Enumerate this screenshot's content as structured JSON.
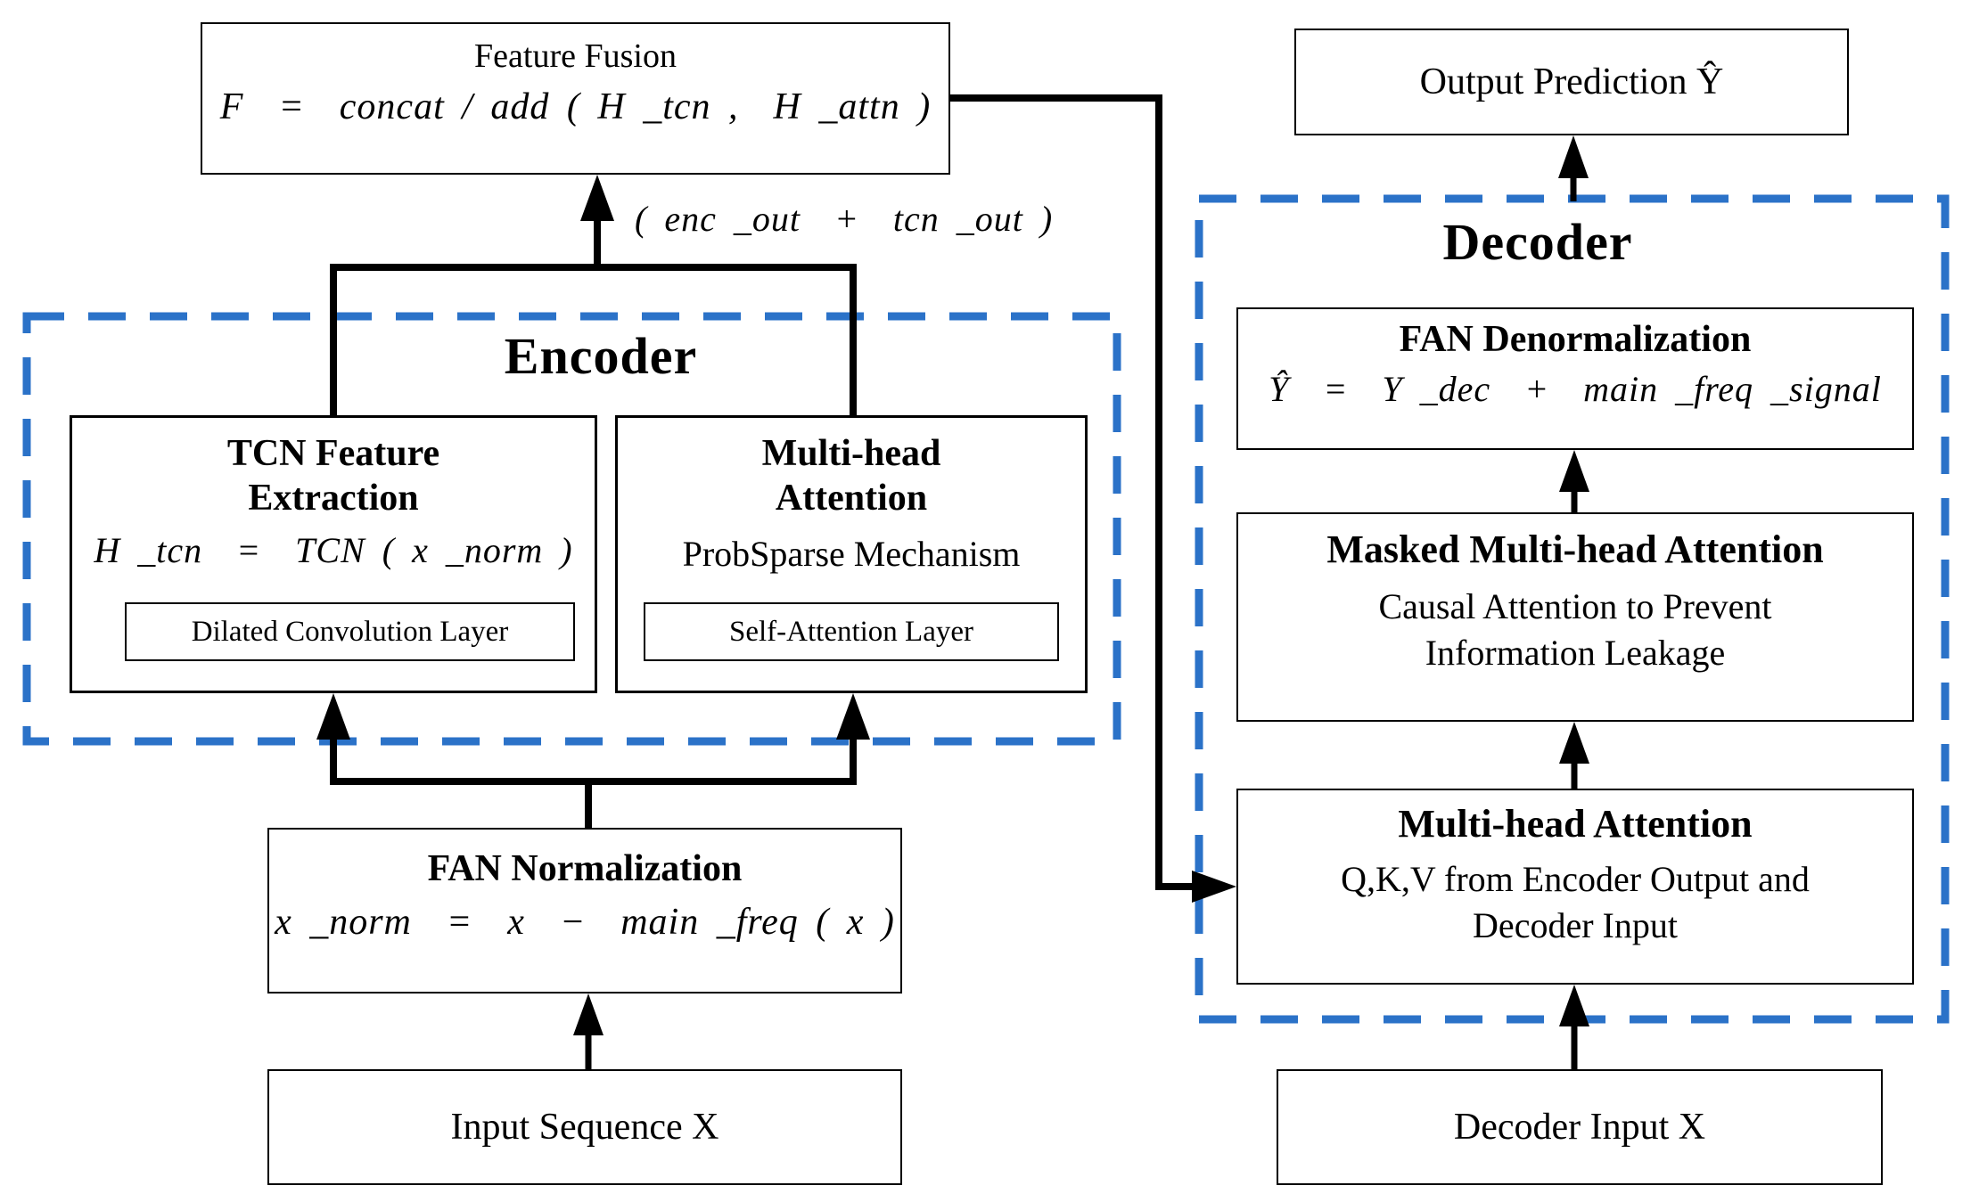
{
  "colors": {
    "accent_blue": "#2B72C8",
    "line_black": "#000000"
  },
  "feature_fusion": {
    "title": "Feature Fusion",
    "formula": "F  =  concat / add ( H _tcn ,  H _attn )"
  },
  "enc_out_label": "( enc _out  +  tcn _out )",
  "encoder": {
    "title": "Encoder",
    "tcn": {
      "title_line1": "TCN Feature",
      "title_line2": "Extraction",
      "formula": "H _tcn  =  TCN ( x _norm )",
      "layer": "Dilated Convolution Layer"
    },
    "attention": {
      "title_line1": "Multi-head",
      "title_line2": "Attention",
      "subtitle": "ProbSparse Mechanism",
      "layer": "Self-Attention Layer"
    }
  },
  "fan_normalization": {
    "title": "FAN Normalization",
    "formula": "x _norm  =  x  −  main _freq ( x )"
  },
  "input_sequence_label": "Input Sequence X",
  "output_prediction_label": "Output Prediction Ŷ",
  "decoder": {
    "title": "Decoder",
    "fan_denormalization": {
      "title": "FAN Denormalization",
      "formula": "Ŷ  =  Y _dec  +  main _freq _signal"
    },
    "masked_attention": {
      "title": "Masked Multi-head Attention",
      "line1": "Causal Attention to Prevent",
      "line2": "Information Leakage"
    },
    "cross_attention": {
      "title": "Multi-head Attention",
      "line1": "Q,K,V from Encoder Output and",
      "line2": "Decoder Input"
    },
    "decoder_input_label": "Decoder Input X"
  }
}
